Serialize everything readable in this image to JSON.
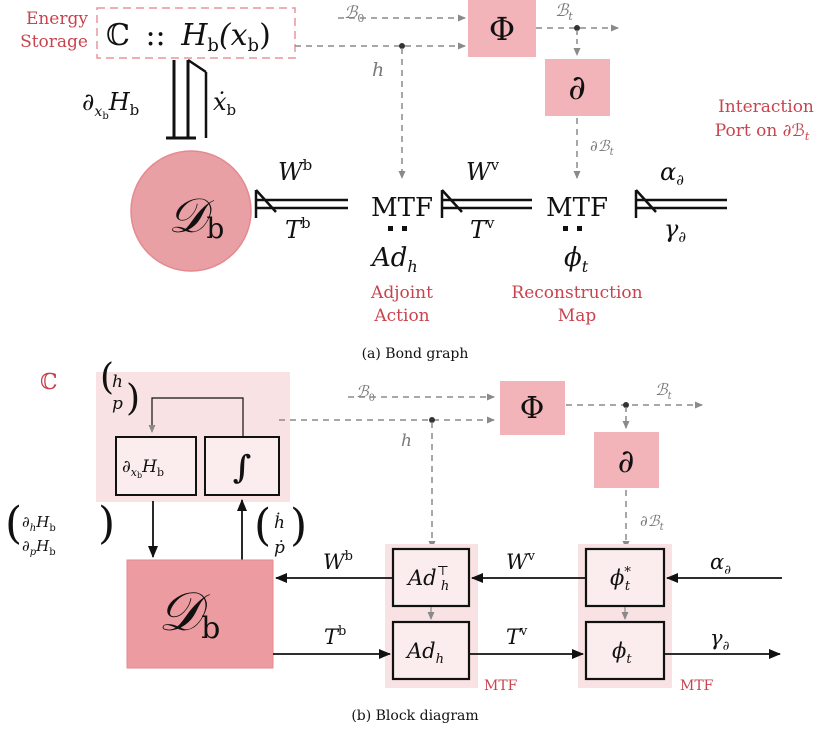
{
  "colors": {
    "pink_light": "#f9e2e3",
    "pink_mid": "#f2b4b8",
    "pink_dark": "#e99a9e",
    "red_text": "#c8434e",
    "dashed_gray": "#8a8a8a"
  },
  "bond_graph": {
    "caption": "(a) Bond graph",
    "energy_storage_label_1": "Energy",
    "energy_storage_label_2": "Storage",
    "storage_element": "ℂ :: H_b(x_b)",
    "storage_C": "ℂ",
    "storage_H": "H",
    "storage_b_sub": "b",
    "storage_x": "(x",
    "storage_xb_sub": "b",
    "storage_close": ")",
    "storage_sep": "::",
    "B0": "ℬ",
    "B0_sub": "0",
    "Bt": "ℬ",
    "Bt_sub": "t",
    "Phi": "Φ",
    "partial": "∂",
    "h": "h",
    "dBt": "∂ℬ",
    "dBt_sub": "t",
    "dxH": "∂",
    "dxH_sub": "x",
    "dxH_sub2": "b",
    "dxH_H": "H",
    "dxH_Hsub": "b",
    "xdot": "ẋ",
    "xdot_sub": "b",
    "Db": "𝒟",
    "Db_sub": "b",
    "Wb": "W",
    "Wb_sup": "b",
    "Tb": "T",
    "Tb_sup": "b",
    "MTF": "MTF",
    "Adh": "Ad",
    "Adh_sub": "h",
    "Wv": "W",
    "Wv_sup": "v",
    "Tv": "T",
    "Tv_sup": "v",
    "phi_t": "ϕ",
    "phi_t_sub": "t",
    "alpha": "α",
    "alpha_sub": "∂",
    "gamma": "γ",
    "gamma_sub": "∂",
    "adjoint_1": "Adjoint",
    "adjoint_2": "Action",
    "reconstruction_1": "Reconstruction",
    "reconstruction_2": "Map",
    "interaction_1": "Interaction",
    "interaction_2": "Port on ∂ℬ",
    "interaction_sub": "t"
  },
  "block_diagram": {
    "caption": "(b) Block diagram",
    "C": "ℂ",
    "hp_h": "h",
    "hp_p": "p",
    "dH_block": "∂",
    "dH_sub": "x",
    "dH_sub2": "b",
    "dH_H": "H",
    "dH_Hsub": "b",
    "integral": "∫",
    "dhH": "∂",
    "dhH_sub": "h",
    "dhH_H": "H",
    "dhH_Hsub": "b",
    "dpH": "∂",
    "dpH_sub": "p",
    "dpH_H": "H",
    "dpH_Hsub": "b",
    "hdot": "ḣ",
    "pdot": "ṗ",
    "Db": "𝒟",
    "Db_sub": "b",
    "B0": "ℬ",
    "B0_sub": "0",
    "Bt": "ℬ",
    "Bt_sub": "t",
    "Phi": "Φ",
    "partial": "∂",
    "h": "h",
    "dBt": "∂ℬ",
    "dBt_sub": "t",
    "Wb": "W",
    "Wb_sup": "b",
    "Tb": "T",
    "Tb_sup": "b",
    "AdhT": "Ad",
    "AdhT_sub": "h",
    "AdhT_sup": "⊤",
    "Adh": "Ad",
    "Adh_sub": "h",
    "Wv": "W",
    "Wv_sup": "v",
    "Tv": "T",
    "Tv_sup": "v",
    "phi_star": "ϕ",
    "phi_star_sub": "t",
    "phi_star_sup": "*",
    "phi": "ϕ",
    "phi_sub": "t",
    "alpha": "α",
    "alpha_sub": "∂",
    "gamma": "γ",
    "gamma_sub": "∂",
    "MTF": "MTF"
  }
}
